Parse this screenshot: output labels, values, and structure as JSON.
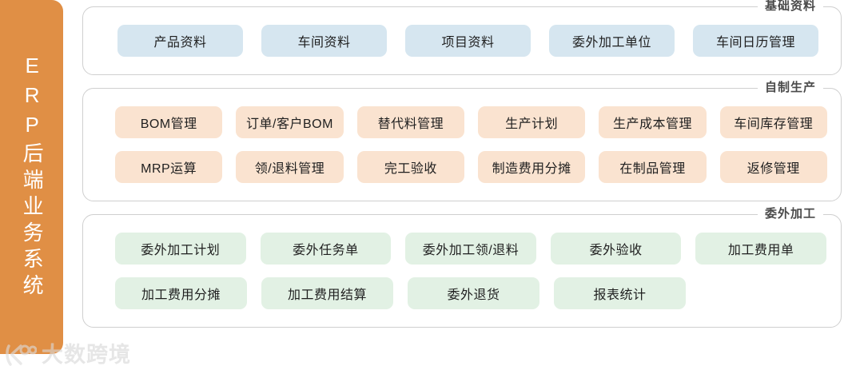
{
  "rail": {
    "title": "ERP后端业务系统",
    "color": "#e08f45"
  },
  "watermark": {
    "text": "大数跨境",
    "mark": "logo-mark"
  },
  "sections": [
    {
      "legend": "基础资料",
      "accent": "#d6e6f0",
      "rows": [
        [
          "产品资料",
          "车间资料",
          "项目资料",
          "委外加工单位",
          "车间日历管理"
        ]
      ]
    },
    {
      "legend": "自制生产",
      "accent": "#fae3d0",
      "rows": [
        [
          "BOM管理",
          "订单/客户BOM",
          "替代料管理",
          "生产计划",
          "生产成本管理",
          "车间库存管理"
        ],
        [
          "MRP运算",
          "领/退料管理",
          "完工验收",
          "制造费用分摊",
          "在制品管理",
          "返修管理"
        ]
      ]
    },
    {
      "legend": "委外加工",
      "accent": "#e2f1e4",
      "rows": [
        [
          "委外加工计划",
          "委外任务单",
          "委外加工领/退料",
          "委外验收",
          "加工费用单"
        ],
        [
          "加工费用分摊",
          "加工费用结算",
          "委外退货",
          "报表统计"
        ]
      ]
    }
  ]
}
